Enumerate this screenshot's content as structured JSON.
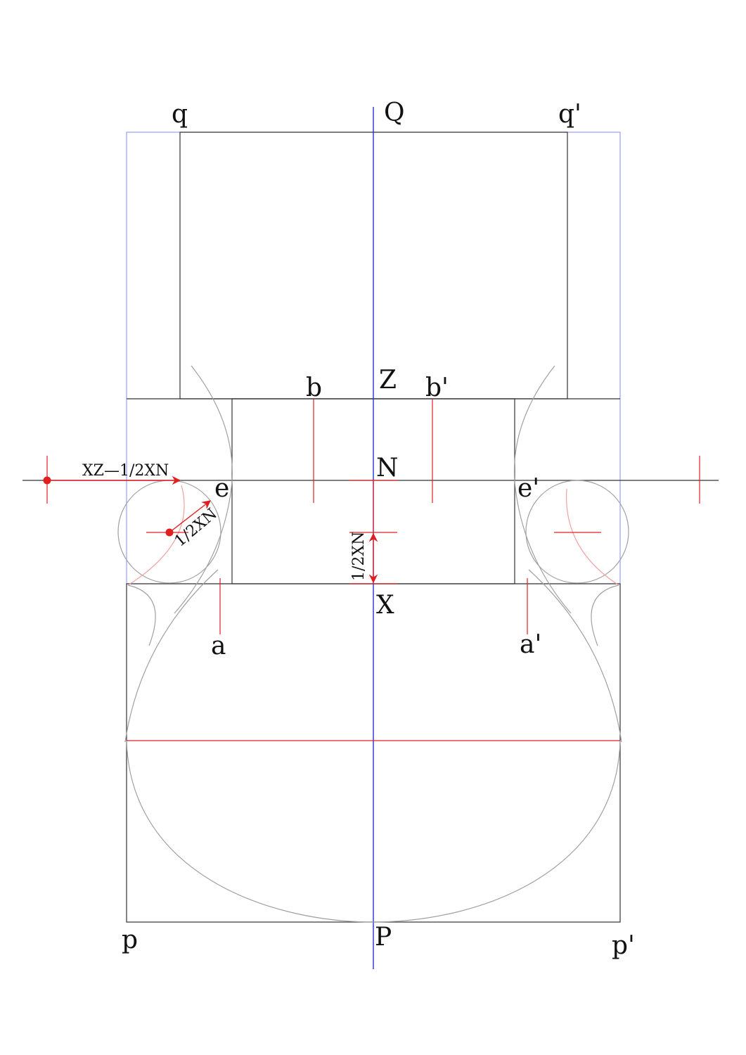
{
  "labels": {
    "q": "q",
    "Q": "Q",
    "q_prime": "q'",
    "Z": "Z",
    "b": "b",
    "b_prime": "b'",
    "N": "N",
    "e": "e",
    "e_prime": "e'",
    "X": "X",
    "a": "a",
    "a_prime": "a'",
    "p": "p",
    "P": "P",
    "p_prime": "p'"
  },
  "annotations": {
    "xz_minus_half": "XZ—1/2XN",
    "half_xn_radius": "1/2XN",
    "half_xn_vertical": "1/2XN"
  },
  "colors": {
    "axis_blue": "#2233cc",
    "guide_blue": "#9aa0ff",
    "outline_black": "#333333",
    "curve_gray": "#a0a0a0",
    "construction_red": "#e02020",
    "light_red": "#f2a0a0"
  }
}
